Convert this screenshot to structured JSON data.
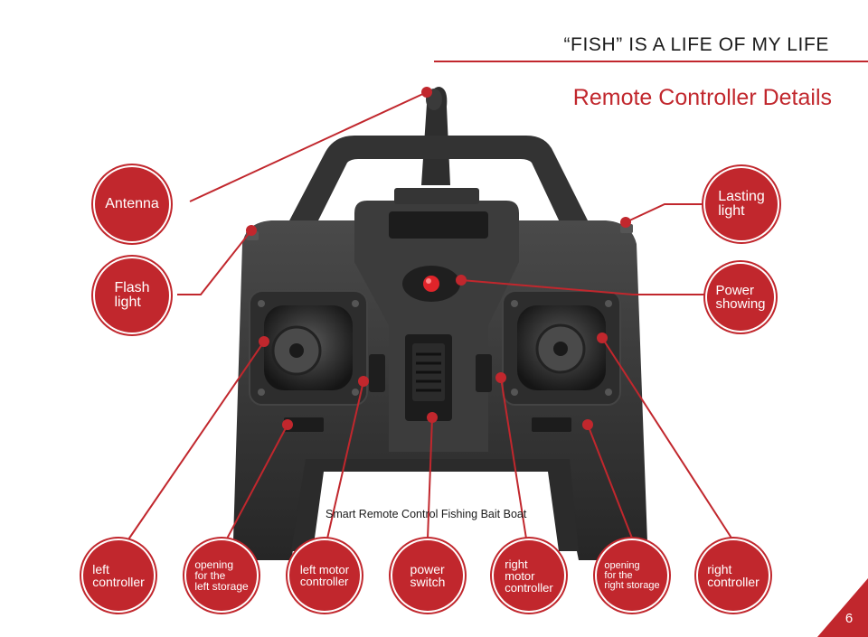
{
  "header": {
    "title": "“FISH” IS A LIFE OF MY LIFE",
    "subtitle": "Remote Controller Details"
  },
  "device": {
    "label": "Smart Remote Control Fishing Bait Boat"
  },
  "callouts": {
    "antenna": "Antenna",
    "flash_light": "Flash\nlight",
    "lasting_light": "Lasting\nlight",
    "power_showing": "Power\nshowing",
    "left_controller": "left\ncontroller",
    "opening_left_storage": "opening\nfor the\nleft storage",
    "left_motor_controller": "left motor\ncontroller",
    "power_switch": "power\nswitch",
    "right_motor_controller": "right\nmotor\ncontroller",
    "opening_right_storage": "opening\nfor the\nright storage",
    "right_controller": "right\ncontroller"
  },
  "footer": {
    "page_number": "6"
  },
  "colors": {
    "accent": "#c1272d",
    "device_body": "#3a3a3a"
  }
}
